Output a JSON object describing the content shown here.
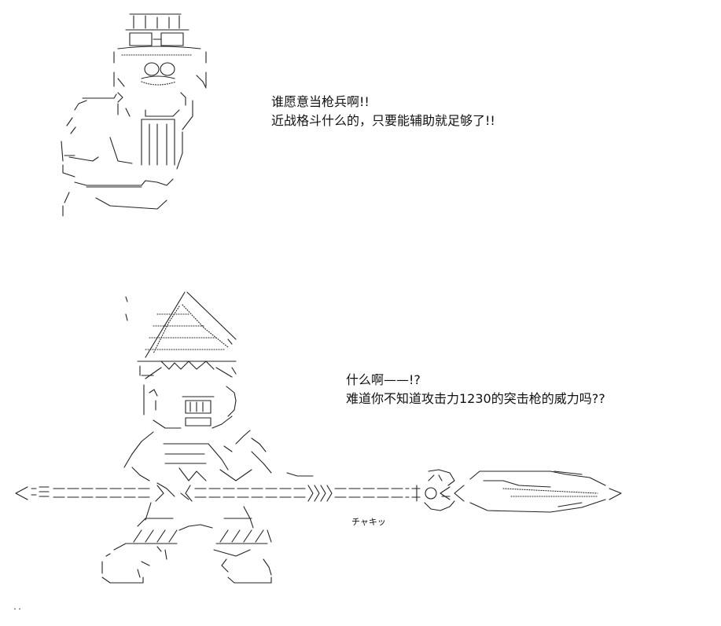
{
  "dialogue_top": {
    "line1": "谁愿意当枪兵啊!!",
    "line2": "近战格斗什么的，只要能辅助就足够了!!"
  },
  "dialogue_bottom": {
    "line1": "什么啊——!?",
    "line2": "难道你不知道攻击力1230的突击枪的威力吗??"
  },
  "sound_effect": "チャキッ",
  "corner_mark": ".."
}
